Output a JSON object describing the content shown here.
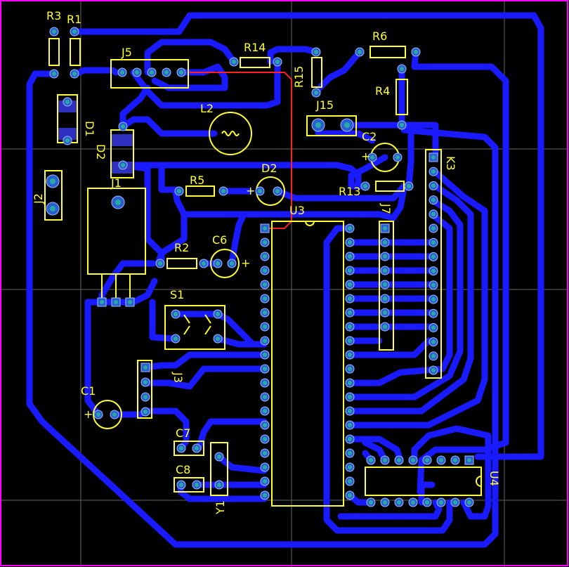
{
  "labels": {
    "r3": "R3",
    "r1": "R1",
    "j5": "J5",
    "r14": "R14",
    "r6": "R6",
    "r15": "R15",
    "r4": "R4",
    "l2": "L2",
    "j15": "J15",
    "c2": "C2",
    "d1": "D1",
    "d2b": "D2",
    "d2": "D2",
    "j1": "J1",
    "j2": "J2",
    "r5": "R5",
    "r13": "R13",
    "k3": "K3",
    "j7": "J7",
    "u3": "U3",
    "r2": "R2",
    "c6": "C6",
    "s1": "S1",
    "j3": "J3",
    "c1": "C1",
    "c7": "C7",
    "c8": "C8",
    "y1": "Y1",
    "u4": "U4"
  },
  "colors": {
    "background": "#000000",
    "trace": "#1a1aff",
    "silkscreen": "#ffff33",
    "pad_hole": "#2aa8a8",
    "top_trace": "#ff2020",
    "board_edge": "#ff00ff",
    "grid": "#808080"
  }
}
